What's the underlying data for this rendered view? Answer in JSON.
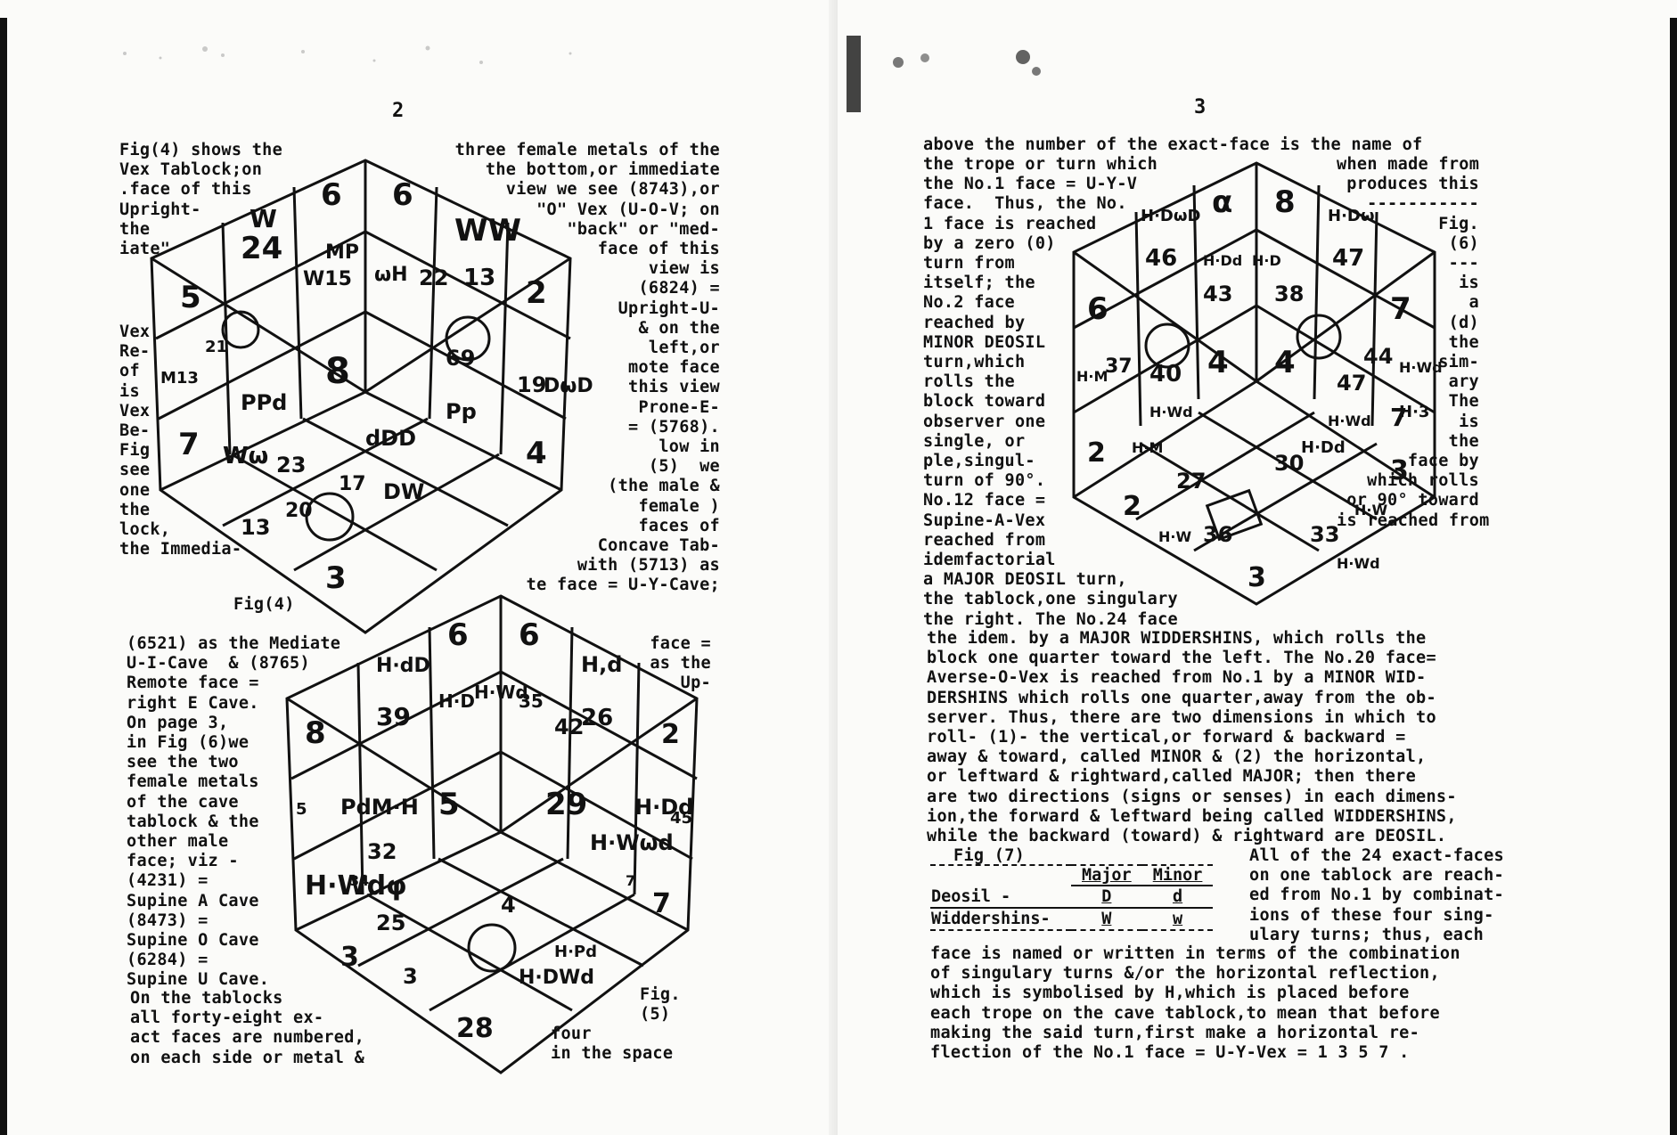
{
  "left_page": {
    "page_number": "2",
    "top_left_text": [
      "Fig(4) shows the",
      "Vex Tablock;on",
      ".face of this",
      "Upright-",
      "the",
      "iate\""
    ],
    "top_right_text": [
      "three female metals of the",
      "the bottom,or immediate",
      "view we see (8743),or",
      "\"O\" Vex (U-O-V; on",
      "\"back\" or \"med-",
      "face of this",
      "view is",
      "(6824) =",
      "Upright-U-",
      "& on the",
      "left,or",
      "mote face",
      "this view",
      "Prone-E-",
      "= (5768).",
      "low in",
      "(5)  we",
      "(the male &",
      "female )",
      "faces of",
      "Concave Tab-",
      "with (5713) as",
      "te face = U-Y-Cave;"
    ],
    "left_margin_words": [
      "Vex",
      "Re-",
      "of",
      "is",
      "Vex",
      "Be-",
      "Fig",
      "see",
      "one",
      "the",
      "lock,",
      "the Immedia-"
    ],
    "fig4_label": "Fig(4)",
    "mid_left_text": [
      "(6521) as the Mediate",
      "U-I-Cave  & (8765)",
      "Remote face =",
      "right E Cave.",
      "On page 3,",
      "in Fig (6)we",
      "see the two",
      "female metals",
      "of the cave",
      "tablock & the",
      "other male",
      "face; viz -",
      "(4231) =",
      "Supine A Cave",
      "(8473) =",
      "Supine O Cave",
      "(6284) =",
      "Supine U Cave."
    ],
    "mid_right_text": [
      "face =",
      "as the",
      "Up-"
    ],
    "bottom_left_text": [
      "On the tablocks",
      "all forty-eight ex-",
      "act faces are numbered,",
      "on each side or metal &"
    ],
    "fig5_label": [
      "Fig.",
      "(5)"
    ],
    "bottom_right_text": [
      "four",
      "in the space"
    ],
    "fig4_cube": {
      "top": [
        "5",
        "24",
        "6",
        "6",
        "WW",
        "13",
        "2"
      ],
      "cells": [
        "W",
        "21",
        "M13",
        "8",
        "PPd",
        "7",
        "Wω",
        "23",
        "13",
        "20",
        "DW",
        "17",
        "3",
        "W15",
        "MP",
        "ωH",
        "22",
        "DωD",
        "19",
        "69",
        "Pp",
        "dDD",
        "4"
      ]
    },
    "fig5_cube": {
      "cells": [
        "H·dD",
        "6",
        "6",
        "H,d",
        "8",
        "39",
        "26",
        "2",
        "H·D",
        "H·Wd",
        "35",
        "42",
        "PdM·H",
        "5",
        "5",
        "29",
        "H·Dd",
        "45",
        "32",
        "H·Wωd",
        "7",
        "H·Wdφ",
        "34",
        "25",
        "4",
        "7",
        "3",
        "3",
        "28",
        "H·DWd",
        "H·Pd"
      ]
    }
  },
  "right_page": {
    "page_number": "3",
    "top_text": [
      "above the number of the exact-face is the name of"
    ],
    "left_col": [
      "the trope or turn which",
      "the No.1 face = U-Y-V",
      "face.  Thus, the No.",
      "1 face is reached",
      "by a zero (0)",
      "turn from",
      "itself; the",
      "No.2 face",
      "reached by",
      "MINOR DEOSIL",
      "turn,which",
      "rolls the",
      "block toward",
      "observer one",
      "single, or",
      "ple,singul-",
      "turn of 90°.",
      "No.12 face =",
      "Supine-A-Vex",
      "reached from",
      "idemfactorial",
      "a MAJOR DEOSIL turn,",
      "the tablock,one singulary",
      "the right. The No.24 face"
    ],
    "right_col": [
      "when made from",
      "produces this",
      "-----------",
      "Fig.",
      "(6)",
      "---",
      "is",
      "a",
      "(d)",
      "the",
      "sim-",
      "ary",
      "The",
      "is",
      "the",
      "face by",
      "which rolls",
      "or 90° toward",
      "is reached from"
    ],
    "full_text": [
      "the idem. by a MAJOR WIDDERSHINS, which rolls the",
      "block one quarter toward the left. The No.20 face=",
      "Averse-O-Vex is reached from No.1 by a MINOR WID-",
      "DERSHINS which rolls one quarter,away from the ob-",
      "server. Thus, there are two dimensions in which to",
      "roll- (1)- the vertical,or forward & backward =",
      "away & toward, called MINOR & (2) the horizontal,",
      "or leftward & rightward,called MAJOR; then there",
      "are two directions (signs or senses) in each dimens-",
      "ion,the forward & leftward being called WIDDERSHINS,",
      "while the backward (toward) & rightward are DEOSIL."
    ],
    "fig7_label": "Fig (7)",
    "fig7_table": {
      "header": [
        "Major",
        "Minor"
      ],
      "rows": [
        [
          "Deosil -",
          "D",
          "d"
        ],
        [
          "Widdershins-",
          "W",
          "w"
        ]
      ]
    },
    "fig7_side_text": [
      "All of the 24 exact-faces",
      "on one tablock are reach-",
      "ed from No.1 by combinat-",
      "ions of these four sing-",
      "ulary turns; thus, each"
    ],
    "bottom_text": [
      "face is named or written in terms of the combination",
      "of singulary turns &/or the horizontal reflection,",
      "which is symbolised by H,which is placed before",
      "each trope on the cave tablock,to mean that before",
      "making the said turn,first make a horizontal re-",
      "flection of the No.1 face = U-Y-Vex = 1 3 5 7 ."
    ],
    "fig6_cube": {
      "cells": [
        "H·DωD",
        "α",
        "8",
        "H·Dω",
        "46",
        "H·Dd",
        "H·D",
        "47",
        "6",
        "43",
        "38",
        "7",
        "37",
        "44",
        "H·Wd",
        "H·M",
        "40",
        "4",
        "4",
        "47",
        "H·Wd",
        "H·Wd",
        "H·3",
        "2",
        "H·M",
        "H·Dd",
        "27",
        "30",
        "3",
        "36",
        "H·W",
        "2",
        "33",
        "H·W",
        "H·Wd",
        "3",
        "7"
      ]
    }
  },
  "colors": {
    "paper": "#fbfbf9",
    "ink": "#111111"
  }
}
